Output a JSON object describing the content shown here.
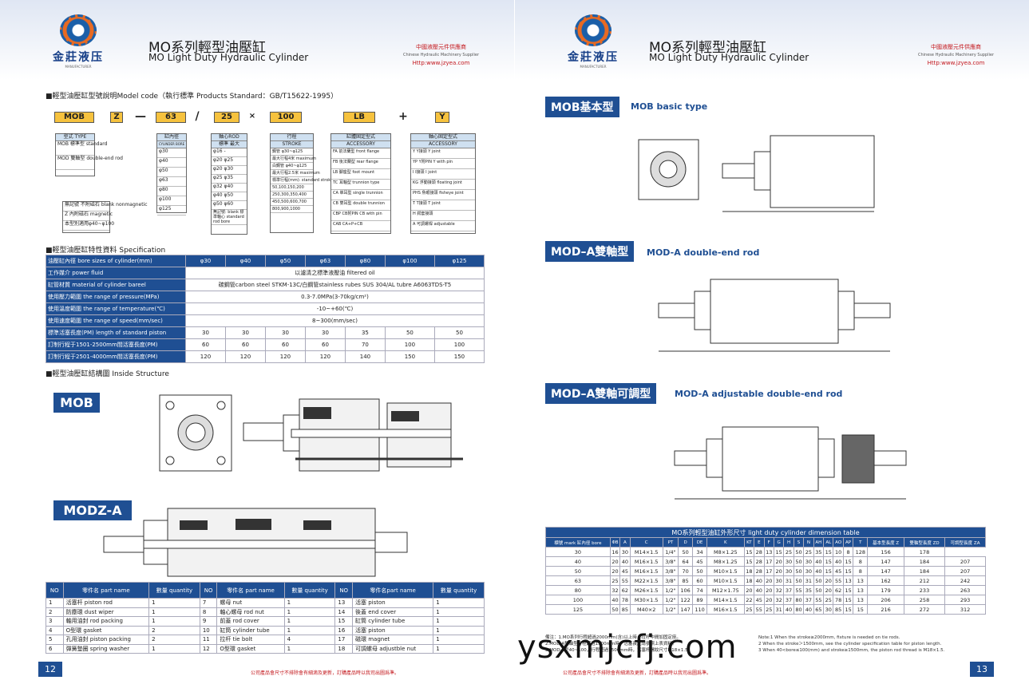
{
  "company": {
    "logo_cn": "金莊液压",
    "logo_en": "MANUFACTURER"
  },
  "header": {
    "title_cn": "MO系列輕型油壓缸",
    "title_en": "MO Light Duty Hydraulic Cylinder",
    "supplier_cn": "中國液壓元件供應商",
    "supplier_en": "Chinese Hydraulic Machinery Supplier",
    "url": "Http:www.jzyea.com"
  },
  "left": {
    "model_code_title": "■輕型油壓缸型號說明Model code（執行標準 Products Standard：GB/T15622-1995）",
    "code_parts": [
      "MOB",
      "Z",
      "—",
      "63",
      "/",
      "25",
      "×",
      "100",
      "LB",
      "+",
      "Y"
    ],
    "type_box": {
      "head": "型式 TYPE",
      "rows": [
        "MOB 標準型 standard",
        "MOD 雙軸型 double-end rod"
      ]
    },
    "magnet_box": {
      "rows": [
        "無記號 不附磁石 blank nonmagnetic",
        "Z 內附磁石 magnetic",
        "本型別適用φ40~φ100"
      ]
    },
    "bore_box": {
      "head": "缸內徑",
      "sub": "CYLINDER BORE",
      "rows": [
        "φ30",
        "φ40",
        "φ50",
        "φ63",
        "φ80",
        "φ100",
        "φ125"
      ]
    },
    "rod_box": {
      "head": "軸心ROD",
      "sub": "標準 最大",
      "rows": [
        "φ16   -",
        "φ20 φ25",
        "φ20 φ30",
        "φ25 φ35",
        "φ32 φ40",
        "φ40 φ50",
        "φ50 φ60",
        "無記號: blank 標準軸心 standard rod bore"
      ]
    },
    "stroke_box": {
      "head": "行程",
      "sub": "STROKE",
      "rows": [
        "鋼管 φ30~φ125",
        "最大行程4米 maximum",
        "白鋼管 φ40~φ125",
        "最大行程2.5米 maximum",
        "標準行程(mm): standard stroke",
        "50,100,150,200",
        "250,300,350,400",
        "450,500,600,700",
        "800,900,1000"
      ]
    },
    "acc_box": {
      "head": "缸體固定型式",
      "sub": "ACCESSORY",
      "rows": [
        "FA 前法蘭型 front flange",
        "FB 後法蘭型 rear flange",
        "LB 腳座型 foot mount",
        "TC 耳軸型 trunnion type",
        "CA 單耳型 single trunnion",
        "CB 雙耳型 double trunnion",
        "CBP CB附PIN CB with pin",
        "CAB CA+P+CB"
      ]
    },
    "rod_acc_box": {
      "head": "軸心固定型式",
      "sub": "ACCESSORY",
      "rows": [
        "Y Y接頭 Y joint",
        "YP Y附PIN Y with pin",
        "I I接頭 I joint",
        "KG 浮動接頭 floating joint",
        "PHS 魚眼接頭 fisheye joint",
        "T T接頭 T joint",
        "H 鍔套接頭 ",
        "A 可調螺桿 adjustable"
      ]
    },
    "spec_title": "■輕型油壓缸特性資料 Specification",
    "spec": [
      {
        "label": "油壓缸內徑 bore sizes of cylinder(mm)",
        "vals": [
          "φ30",
          "φ40",
          "φ50",
          "φ63",
          "φ80",
          "φ100",
          "φ125"
        ]
      },
      {
        "label": "工作媒介 power fluid",
        "span": "以濾清之標準液壓油 filtered oil"
      },
      {
        "label": "缸管材質 material of cylinder bareel",
        "span": "碳鋼管carbon steel STKM-13C/白鋼管stainless rubes SUS 304/AL tubre A6063TDS-T5"
      },
      {
        "label": "使用壓力範圍 the range of pressure(MPa)",
        "span": "0.3-7.0MPa(3-70kg/cm²)"
      },
      {
        "label": "使用溫度範圍 the range of temperature(℃)",
        "span": "-10~+60(℃)"
      },
      {
        "label": "使用速度範圍 the range of speed(mm/sec)",
        "span": "8~300(mm/sec)"
      },
      {
        "label": "標準活塞長度(PM) length of standard piston",
        "vals": [
          "30",
          "30",
          "30",
          "30",
          "35",
          "50",
          "50"
        ]
      },
      {
        "label": "訂制行程于1501-2500mm間活塞長度(PM)",
        "vals": [
          "60",
          "60",
          "60",
          "60",
          "70",
          "100",
          "100"
        ]
      },
      {
        "label": "訂制行程于2501-4000mm間活塞長度(PM)",
        "vals": [
          "120",
          "120",
          "120",
          "120",
          "140",
          "150",
          "150"
        ]
      }
    ],
    "structure_title": "■輕型油壓缸結構圖 Inside Structure",
    "tag_mob": "MOB",
    "tag_modz": "MODZ-A",
    "parts_head": [
      "NO",
      "零件名 part name",
      "數量 quantity",
      "NO",
      "零件名 part name",
      "數量 quantity",
      "NO",
      "零件名part name",
      "數量 quantity"
    ],
    "parts": [
      [
        "1",
        "活塞杆 piston rod",
        "1",
        "7",
        "螺母 nut",
        "1",
        "13",
        "活塞 piston",
        "1"
      ],
      [
        "2",
        "防塵環 dust wiper",
        "1",
        "8",
        "軸心螺母 rod nut",
        "1",
        "14",
        "後蓋 end cover",
        "1"
      ],
      [
        "3",
        "軸用油封 rod packing",
        "1",
        "9",
        "前蓋 rod cover",
        "1",
        "15",
        "缸筒 cylinder tube",
        "1"
      ],
      [
        "4",
        "O型環 gasket",
        "2",
        "10",
        "缸筒 cylinder tube",
        "1",
        "16",
        "活塞 piston",
        "1"
      ],
      [
        "5",
        "孔用油封 piston packing",
        "2",
        "11",
        "拉杆 tie bolt",
        "4",
        "17",
        "磁環 magnet",
        "1"
      ],
      [
        "6",
        "彈簧墊圈 spring washer",
        "1",
        "12",
        "O型環 gasket",
        "1",
        "18",
        "可調螺母 adjustble nut",
        "1"
      ]
    ],
    "page_no": "12",
    "footer": "公司產品會尺寸不排除會有細滴及更新，訂購產品時以我司出圖爲準。"
  },
  "right": {
    "mob_tag": "MOB基本型",
    "mob_txt": "MOB basic type",
    "moda_tag": "MOD–A雙軸型",
    "moda_txt": "MOD-A double-end rod",
    "modaj_tag": "MOD–A雙軸可調型",
    "modaj_txt": "MOD-A adjustable double-end rod",
    "dim_title": "MO系列輕型油缸外形尺寸 light duty cylinder dimension table",
    "dim_head": [
      "標號 mark 缸內徑 bore",
      "ΦB",
      "A",
      "C",
      "PT",
      "D",
      "DE",
      "K",
      "KT",
      "E",
      "F",
      "G",
      "H",
      "S",
      "N",
      "AH",
      "AL",
      "AO",
      "AP",
      "T",
      "基本型長度 Z",
      "雙軸型長度 ZD",
      "可調型長度 ZA"
    ],
    "dim_rows": [
      [
        "30",
        "16",
        "30",
        "M14×1.5",
        "1/4\"",
        "50",
        "34",
        "M8×1.25",
        "15",
        "28",
        "13",
        "15",
        "25",
        "50",
        "25",
        "35",
        "15",
        "10",
        "8",
        "128",
        "156",
        "178"
      ],
      [
        "40",
        "20",
        "40",
        "M16×1.5",
        "3/8\"",
        "64",
        "45",
        "M8×1.25",
        "15",
        "28",
        "17",
        "20",
        "30",
        "50",
        "30",
        "40",
        "15",
        "40",
        "15",
        "8",
        "147",
        "184",
        "207"
      ],
      [
        "50",
        "20",
        "45",
        "M16×1.5",
        "3/8\"",
        "70",
        "50",
        "M10×1.5",
        "18",
        "28",
        "17",
        "20",
        "30",
        "50",
        "30",
        "40",
        "15",
        "45",
        "15",
        "8",
        "147",
        "184",
        "207"
      ],
      [
        "63",
        "25",
        "55",
        "M22×1.5",
        "3/8\"",
        "85",
        "60",
        "M10×1.5",
        "18",
        "40",
        "20",
        "30",
        "31",
        "50",
        "31",
        "50",
        "20",
        "55",
        "13",
        "13",
        "162",
        "212",
        "242"
      ],
      [
        "80",
        "32",
        "62",
        "M26×1.5",
        "1/2\"",
        "106",
        "74",
        "M12×1.75",
        "20",
        "40",
        "20",
        "32",
        "37",
        "55",
        "35",
        "50",
        "20",
        "62",
        "15",
        "13",
        "179",
        "233",
        "263"
      ],
      [
        "100",
        "40",
        "78",
        "M30×1.5",
        "1/2\"",
        "122",
        "89",
        "M14×1.5",
        "22",
        "45",
        "20",
        "32",
        "37",
        "80",
        "37",
        "55",
        "25",
        "78",
        "15",
        "13",
        "206",
        "258",
        "293"
      ],
      [
        "125",
        "50",
        "85",
        "M40×2",
        "1/2\"",
        "147",
        "110",
        "M16×1.5",
        "25",
        "55",
        "25",
        "31",
        "40",
        "80",
        "40",
        "65",
        "30",
        "85",
        "15",
        "15",
        "216",
        "272",
        "312"
      ]
    ],
    "notes": [
      "備注：1.MO系列行程超過2000mm(含)以上時，拉杆中間加固定座。",
      "2.MOD-A雙軸型行程超過1500mm時，活塞長度請參照上表資料。",
      "3.MOD-A型40~100，行程超過1500mm時，活塞杆螺紋尺寸M18×1.5。"
    ],
    "notes_en": [
      "Note:1 When the stroke≥2000mm, fixture is needed on tie rods.",
      "2 When the stroke＞1500mm, see the cylinder specification table for piston length.",
      "3 When 40<bore≤100(mm) and stroke≥1500mm, the piston rod thread is M18×1.5."
    ],
    "page_no": "13",
    "footer": "公司產品會尺寸不排除會有細滴及更新，訂購產品時以我司出圖爲準。"
  },
  "watermark": "ysxmjcfj.com"
}
